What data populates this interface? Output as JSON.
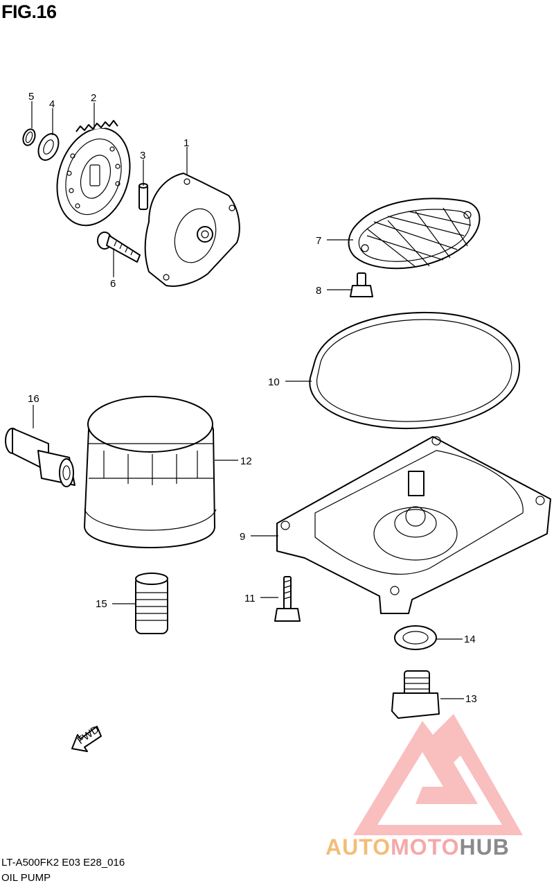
{
  "figure": {
    "title": "FIG.16",
    "model_code": "LT-A500FK2 E03 E28_016",
    "section_name": "OIL PUMP",
    "fwd_mark": "FWD"
  },
  "callouts": [
    "1",
    "2",
    "3",
    "4",
    "5",
    "6",
    "7",
    "8",
    "9",
    "10",
    "11",
    "12",
    "13",
    "14",
    "15",
    "16"
  ],
  "watermark": {
    "brand_part1": "AUTO",
    "brand_part2": "MOTO",
    "brand_part3": "HUB",
    "colors": {
      "auto": "#f3bd78",
      "moto": "#f6a8a8",
      "hub": "#8a8a8a",
      "logo": "#f4a0a0"
    }
  }
}
